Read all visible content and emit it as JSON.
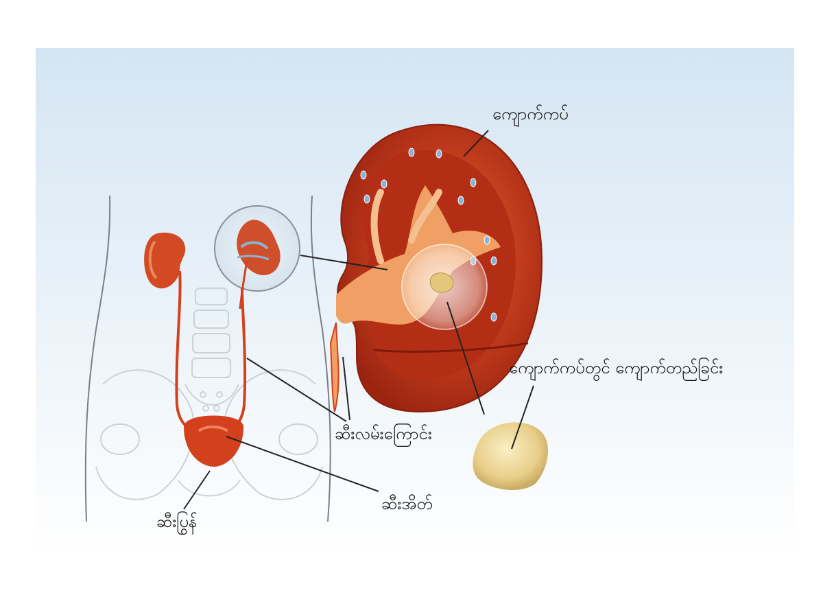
{
  "labels": {
    "kidney": "ကျောက်ကပ်",
    "kidney_stone": "ကျောက်ကပ်တွင် ကျောက်တည်ခြင်း",
    "ureter": "ဆီးလမ်းကြောင်း",
    "bladder": "ဆီးအိတ်",
    "urethra": "ဆီးပြွန်"
  },
  "colors": {
    "background_top": "#d4e6f3",
    "kidney_outer": "#c23a1c",
    "kidney_inner": "#a8240f",
    "pelvis": "#f0a064",
    "stone": "#e8cf8a",
    "leader_line": "#222222"
  }
}
